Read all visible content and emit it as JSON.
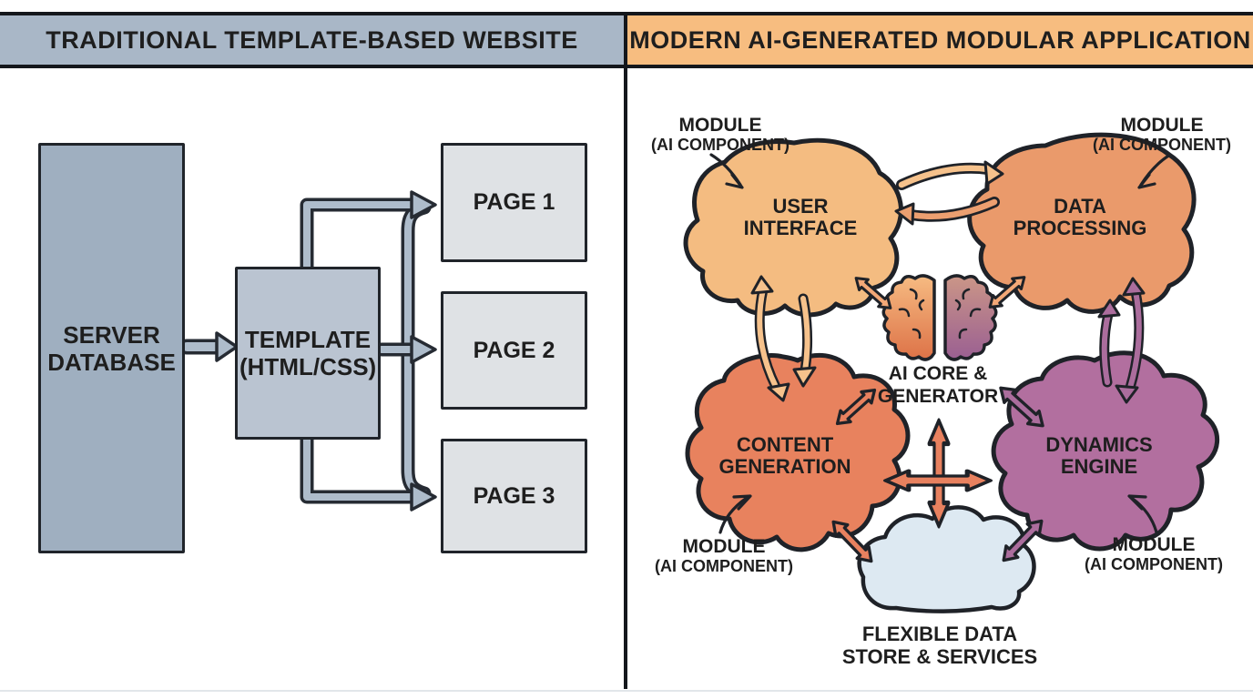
{
  "header": {
    "left_title": "TRADITIONAL TEMPLATE-BASED WEBSITE",
    "right_title": "MODERN AI-GENERATED MODULAR APPLICATION"
  },
  "left_panel": {
    "server_box": "SERVER DATABASE",
    "template_box": "TEMPLATE (HTML/CSS)",
    "pages": [
      "PAGE 1",
      "PAGE 2",
      "PAGE 3"
    ]
  },
  "right_panel": {
    "module_label": {
      "line1": "MODULE",
      "line2": "(AI COMPONENT)"
    },
    "user_interface": {
      "line1": "USER",
      "line2": "INTERFACE"
    },
    "data_processing": {
      "line1": "DATA",
      "line2": "PROCESSING"
    },
    "content_generation": {
      "line1": "CONTENT",
      "line2": "GENERATION"
    },
    "dynamics_engine": {
      "line1": "DYNAMICS",
      "line2": "ENGINE"
    },
    "ai_core": {
      "line1": "AI CORE &",
      "line2": "GENERATOR"
    },
    "data_store": {
      "line1": "FLEXIBLE DATA",
      "line2": "STORE & SERVICES"
    }
  },
  "icons": {
    "ai_core": "brain-icon",
    "data_store": "cloud-icon"
  },
  "colors": {
    "header_left_bg": "#a9b7c7",
    "header_right_bg": "#f7bd80",
    "outline": "#1f2228",
    "server_box": "#9fafc0",
    "template_box": "#bac4d1",
    "page_box": "#dfe2e5",
    "connector": "#aebccb",
    "ui_blob": "#f4bc81",
    "data_processing_blob": "#ea9a6b",
    "content_generation_blob": "#e8825e",
    "dynamics_engine_blob": "#b26f9f",
    "cloud": "#dde9f2",
    "arrow_light_orange": "#f6c28c",
    "arrow_orange": "#ec9f70",
    "arrow_coral": "#e8815f",
    "arrow_purple": "#ab6d9d",
    "brain_left_top": "#f6bb82",
    "brain_left_bottom": "#dd7247",
    "brain_right_top": "#cb9687",
    "brain_right_bottom": "#9a5f92"
  }
}
